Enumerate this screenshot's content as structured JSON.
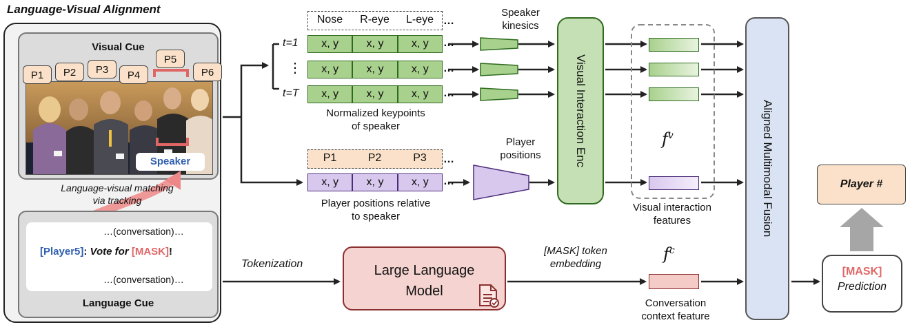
{
  "title": "Language-Visual Alignment",
  "visual_cue": {
    "label": "Visual Cue",
    "players": [
      "P1",
      "P2",
      "P3",
      "P4",
      "P5",
      "P6"
    ],
    "speaker_label": "Speaker"
  },
  "matching_note": [
    "Language-visual matching",
    "via tracking"
  ],
  "language_cue": {
    "label": "Language Cue",
    "conv_top": "…(conversation)…",
    "speaker_tag": "[Player5]",
    "colon": ":",
    "vote_text": "Vote for",
    "mask": "[MASK]",
    "excl": "!",
    "conv_bottom": "…(conversation)…"
  },
  "keypoints": {
    "headers": [
      "Nose",
      "R-eye",
      "L-eye"
    ],
    "ellipsis": "…",
    "cell": "x, y",
    "time_first": "t=1",
    "time_mid": "⋮",
    "time_last": "t=T",
    "caption": [
      "Normalized keypoints",
      "of speaker"
    ]
  },
  "kinesics_label": [
    "Speaker",
    "kinesics"
  ],
  "positions": {
    "headers": [
      "P1",
      "P2",
      "P3"
    ],
    "cell": "x, y",
    "caption": [
      "Player positions relative",
      "to speaker"
    ],
    "label": [
      "Player",
      "positions"
    ]
  },
  "vie_label": "Visual Interaction Enc",
  "fv_label": "f",
  "fv_sup": "v",
  "vif_caption": [
    "Visual interaction",
    "features"
  ],
  "tokenization": "Tokenization",
  "llm_label": [
    "Large Language",
    "Model"
  ],
  "mask_embed": [
    "[MASK] token",
    "embedding"
  ],
  "fc_label": "f",
  "fc_sup": "c",
  "conv_caption": [
    "Conversation",
    "context feature"
  ],
  "fusion_label": "Aligned Multimodal Fusion",
  "prediction": [
    "[MASK]",
    "Prediction"
  ],
  "player_out": "Player #",
  "colors": {
    "green_fill": "#a9d18e",
    "green_border": "#2e6b1f",
    "purple_fill": "#d9c8ee",
    "purple_border": "#4b2c7a",
    "orange_fill": "#fbe1c9",
    "red_accent": "#e06666",
    "blue_accent": "#2f5fb0",
    "fusion_fill": "#dae3f3"
  }
}
